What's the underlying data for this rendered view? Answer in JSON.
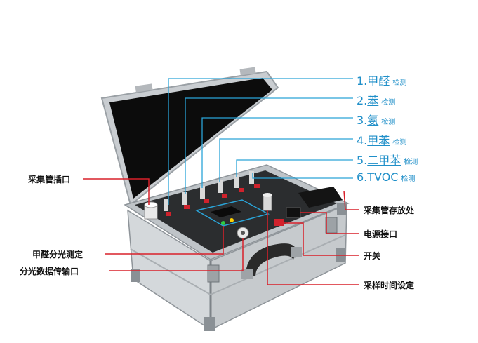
{
  "colors": {
    "detection_text": "#1f8fc9",
    "detection_line": "#2aa4d8",
    "red_line": "#d9202a",
    "case_silver": "#cfd3d6",
    "lid_black": "#0d0d0d",
    "panel_dark": "#2b2d2f"
  },
  "detections": [
    {
      "num": "1.",
      "name": "甲醛",
      "suffix": "检测"
    },
    {
      "num": "2.",
      "name": "苯",
      "suffix": "检测"
    },
    {
      "num": "3.",
      "name": "氨",
      "suffix": "检测"
    },
    {
      "num": "4.",
      "name": "甲苯",
      "suffix": "检测"
    },
    {
      "num": "5.",
      "name": "二甲苯",
      "suffix": "检测"
    },
    {
      "num": "6.",
      "name": "TVOC",
      "suffix": "检测"
    }
  ],
  "left_labels": {
    "sampling_tube_port": "采集管插口",
    "formaldehyde_spectro": "甲醛分光测定",
    "spectro_data_port": "分光数据传输口"
  },
  "right_labels": {
    "tube_storage": "采集管存放处",
    "power_port": "电源接口",
    "switch": "开关",
    "sampling_time": "采样时间设定"
  }
}
